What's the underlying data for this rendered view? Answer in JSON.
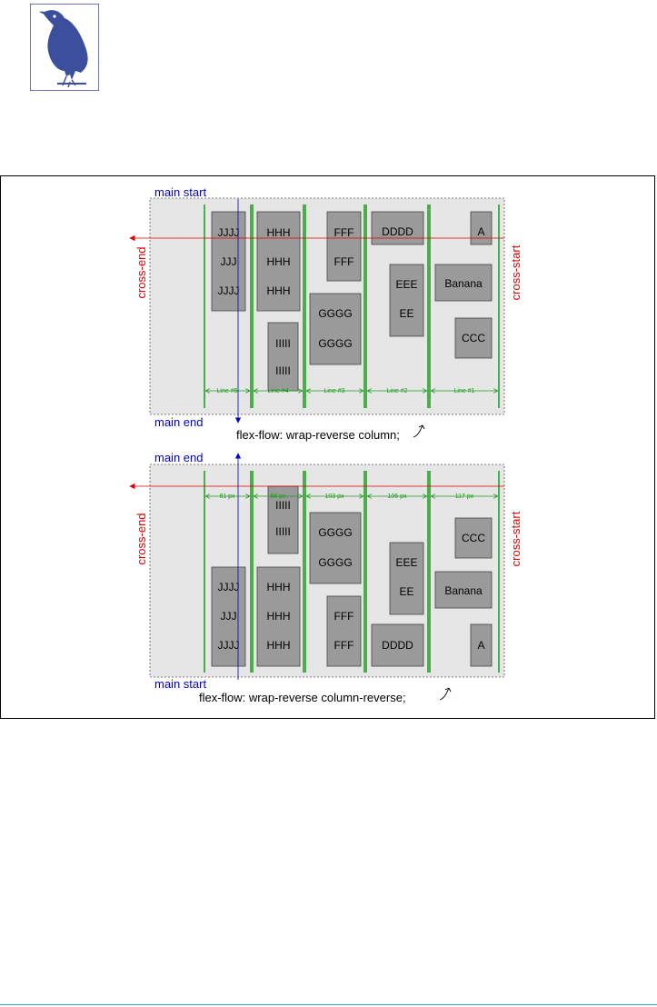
{
  "panels": [
    {
      "id": "top",
      "main_start_label": "main start",
      "main_end_label": "main end",
      "cross_end_label": "cross-end",
      "cross_start_label": "cross-start",
      "caption": "flex-flow: wrap-reverse column;",
      "line_labels": [
        "Line #5",
        "Line #4",
        "Line #3",
        "Line #2",
        "Line #1"
      ],
      "items": [
        {
          "text": [
            "JJJJ",
            "JJJ",
            "JJJJ"
          ]
        },
        {
          "text": [
            "HHH",
            "HHH",
            "HHH"
          ]
        },
        {
          "text": [
            "IIIII",
            "IIIII"
          ]
        },
        {
          "text": [
            "FFF",
            "FFF"
          ]
        },
        {
          "text": [
            "GGGG",
            "GGGG"
          ]
        },
        {
          "text": [
            "DDDD"
          ]
        },
        {
          "text": [
            "EEE",
            "EE"
          ]
        },
        {
          "text": [
            "A"
          ]
        },
        {
          "text": [
            "Banana"
          ]
        },
        {
          "text": [
            "CCC"
          ]
        }
      ]
    },
    {
      "id": "bottom",
      "main_start_label": "main start",
      "main_end_label": "main end",
      "cross_end_label": "cross-end",
      "cross_start_label": "cross-start",
      "caption": "flex-flow: wrap-reverse column-reverse;",
      "line_labels": [
        "81 px",
        "88 px",
        "103 px",
        "106 px",
        "117 px"
      ],
      "items": [
        {
          "text": [
            "IIIII",
            "IIIII"
          ]
        },
        {
          "text": [
            "GGGG",
            "GGGG"
          ]
        },
        {
          "text": [
            "EEE",
            "EE"
          ]
        },
        {
          "text": [
            "CCC"
          ]
        },
        {
          "text": [
            "Banana"
          ]
        },
        {
          "text": [
            "JJJJ",
            "JJJ",
            "JJJJ"
          ]
        },
        {
          "text": [
            "HHH",
            "HHH",
            "HHH"
          ]
        },
        {
          "text": [
            "FFF",
            "FFF"
          ]
        },
        {
          "text": [
            "DDDD"
          ]
        },
        {
          "text": [
            "A"
          ]
        }
      ]
    }
  ],
  "colors": {
    "container_bg": "#e6e6e6",
    "item_fill": "#9a9a9a",
    "line_green": "#1a9a1a",
    "cross_red": "#e00000",
    "main_blue": "#0000cc",
    "logo_blue": "#3c4f9c"
  }
}
